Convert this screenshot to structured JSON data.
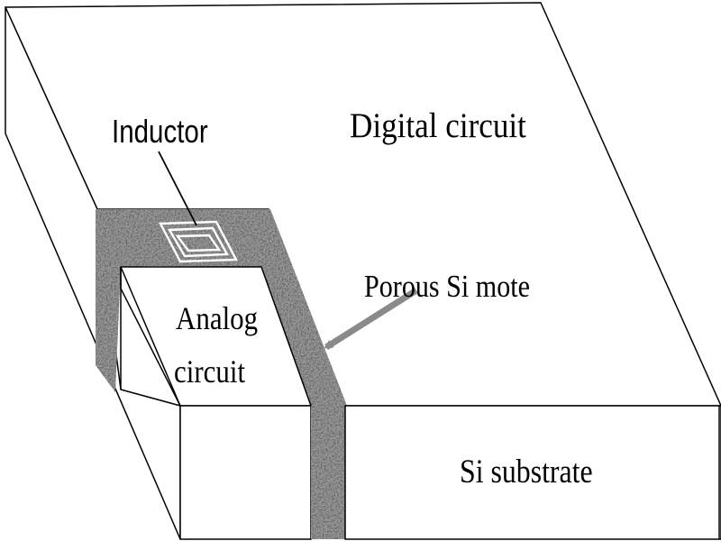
{
  "labels": {
    "digital_circuit": "Digital circuit",
    "inductor": "Inductor",
    "porous_si": "Porous Si mote",
    "analog_line1": "Analog",
    "analog_line2": "circuit",
    "si_substrate": "Si substrate"
  },
  "colors": {
    "line": "#000000",
    "porous_fill": "#9a9a9a",
    "porous_dark": "#6f6f6f",
    "arrow": "#8a8a8a",
    "background": "#ffffff"
  }
}
